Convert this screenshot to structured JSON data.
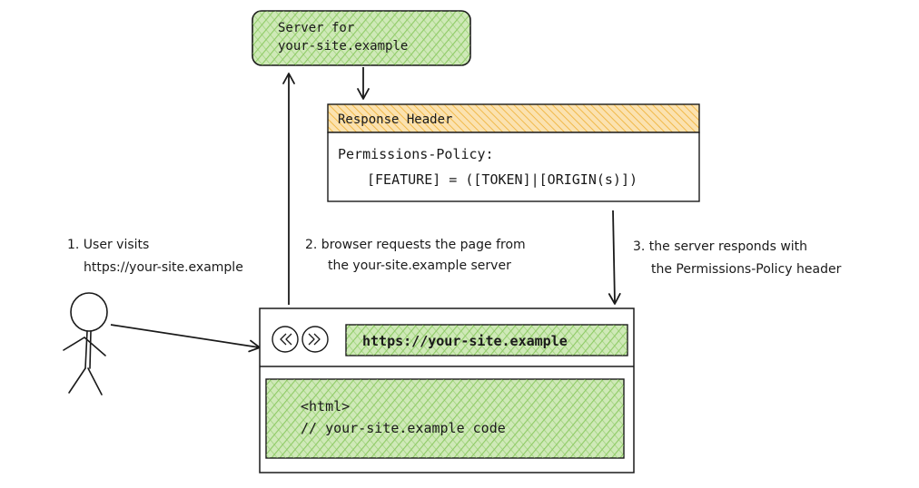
{
  "server_box": {
    "line1": "Server for",
    "line2": "your-site.example"
  },
  "response_header": {
    "title": "Response Header",
    "line1": "Permissions-Policy:",
    "line2": "[FEATURE] = ([TOKEN]|[ORIGIN(s)])"
  },
  "steps": {
    "step1": {
      "line1": "1. User visits",
      "line2": "https://your-site.example"
    },
    "step2": {
      "line1": "2. browser requests the page from",
      "line2": "the your-site.example server"
    },
    "step3": {
      "line1": "3. the server responds with",
      "line2": "the Permissions-Policy header"
    }
  },
  "browser": {
    "url": "https://your-site.example",
    "code_line1": "<html>",
    "code_line2": "// your-site.example code"
  },
  "icons": [
    "back-button-icon",
    "forward-button-icon",
    "user-figure-icon"
  ],
  "colors": {
    "green_fill": "#a4d77f",
    "yellow_fill": "#f6c86a",
    "stroke": "#1a1a1a"
  }
}
